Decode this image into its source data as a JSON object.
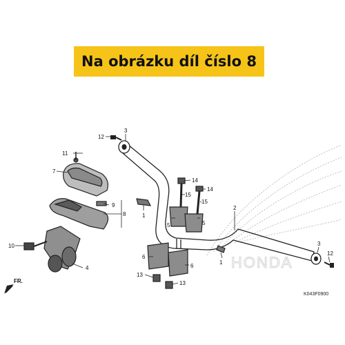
{
  "banner": {
    "text": "Na obrázku díl číslo 8"
  },
  "diagram_code": "K043F0900",
  "watermark": "HONDA",
  "front_arrow": "FR.",
  "callouts": {
    "c1a": "1",
    "c1b": "1",
    "c2": "2",
    "c3a": "3",
    "c3b": "3",
    "c4": "4",
    "c5a": "5",
    "c5b": "5",
    "c6a": "6",
    "c6b": "6",
    "c7": "7",
    "c8": "8",
    "c9": "9",
    "c10": "10",
    "c11": "11",
    "c12a": "12",
    "c12b": "12",
    "c13a": "13",
    "c13b": "13",
    "c14a": "14",
    "c14b": "14",
    "c15a": "15",
    "c15b": "15"
  },
  "colors": {
    "banner": "#f6c419",
    "line": "#222222",
    "watermark": "#c8c8c8"
  }
}
